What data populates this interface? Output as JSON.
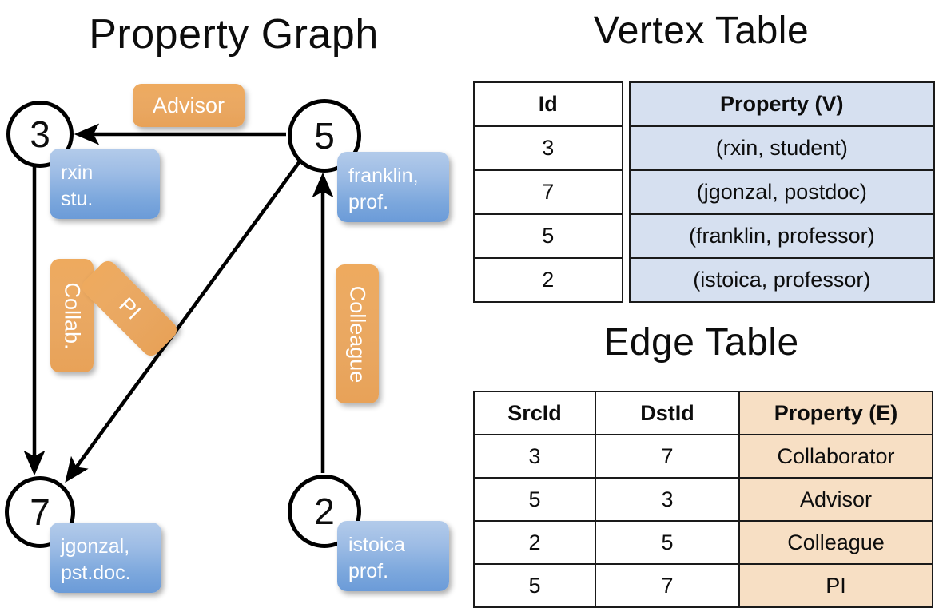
{
  "titles": {
    "property_graph": "Property Graph",
    "vertex_table": "Vertex Table",
    "edge_table": "Edge Table"
  },
  "graph": {
    "nodes": [
      {
        "id": "3",
        "property": "rxin\nstu."
      },
      {
        "id": "5",
        "property": "franklin,\nprof."
      },
      {
        "id": "7",
        "property": "jgonzal,\npst.doc."
      },
      {
        "id": "2",
        "property": "istoica\nprof."
      }
    ],
    "node_labels": {
      "n3": "3",
      "n5": "5",
      "n7": "7",
      "n2": "2"
    },
    "property_labels": {
      "rxin_line1": "rxin",
      "rxin_line2": "stu.",
      "franklin_line1": "franklin,",
      "franklin_line2": "prof.",
      "jgonzal_line1": "jgonzal,",
      "jgonzal_line2": "pst.doc.",
      "istoica_line1": "istoica",
      "istoica_line2": "prof."
    },
    "edge_labels": {
      "advisor": "Advisor",
      "collab": "Collab.",
      "pi": "PI",
      "colleague": "Colleague"
    },
    "edges": [
      {
        "from": "5",
        "to": "3",
        "label": "Advisor"
      },
      {
        "from": "3",
        "to": "7",
        "label": "Collab."
      },
      {
        "from": "5",
        "to": "7",
        "label": "PI"
      },
      {
        "from": "2",
        "to": "5",
        "label": "Colleague"
      }
    ]
  },
  "vertex_table": {
    "headers": [
      "Id",
      "Property (V)"
    ],
    "rows": [
      {
        "id": "3",
        "property": "(rxin, student)"
      },
      {
        "id": "7",
        "property": "(jgonzal, postdoc)"
      },
      {
        "id": "5",
        "property": "(franklin, professor)"
      },
      {
        "id": "2",
        "property": "(istoica, professor)"
      }
    ]
  },
  "edge_table": {
    "headers": [
      "SrcId",
      "DstId",
      "Property (E)"
    ],
    "rows": [
      {
        "src": "3",
        "dst": "7",
        "property": "Collaborator"
      },
      {
        "src": "5",
        "dst": "3",
        "property": "Advisor"
      },
      {
        "src": "2",
        "dst": "5",
        "property": "Colleague"
      },
      {
        "src": "5",
        "dst": "7",
        "property": "PI"
      }
    ]
  },
  "colors": {
    "node_blue_fill": "#7aa6dc",
    "edge_orange_fill": "#e9a761",
    "vertex_table_cell": "#d6e0f0",
    "edge_table_cell": "#f7dfc4",
    "stroke": "#000000"
  }
}
